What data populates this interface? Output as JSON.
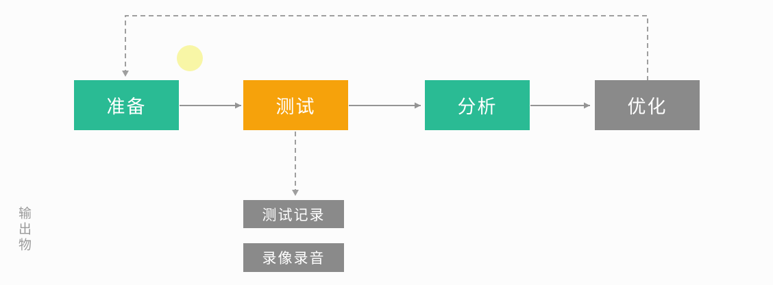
{
  "diagram": {
    "flow": {
      "stages": [
        {
          "label": "准备",
          "color": "#2abb94"
        },
        {
          "label": "测试",
          "color": "#f6a20b"
        },
        {
          "label": "分析",
          "color": "#2abb94"
        },
        {
          "label": "优化",
          "color": "#8a8a8a"
        }
      ],
      "connections": [
        {
          "from": "准备",
          "to": "测试",
          "style": "solid-arrow"
        },
        {
          "from": "测试",
          "to": "分析",
          "style": "solid-arrow"
        },
        {
          "from": "分析",
          "to": "优化",
          "style": "solid-arrow"
        },
        {
          "from": "优化",
          "to": "准备",
          "style": "dashed-arrow-feedback"
        },
        {
          "from": "测试",
          "to": "测试记录",
          "style": "dashed-arrow"
        }
      ]
    },
    "outputs": {
      "axis_label": "输出物",
      "items": [
        {
          "label": "测试记录",
          "color": "#8a8a8a"
        },
        {
          "label": "录像录音",
          "color": "#8a8a8a"
        }
      ]
    },
    "colors": {
      "background": "#fcfcfc",
      "solid_connector": "#949494",
      "dashed_connector": "#9e9e9e",
      "box_text": "#ffffff",
      "axis_label_text": "#9a9a9a",
      "highlight_dot": "#f8f5a1"
    }
  }
}
